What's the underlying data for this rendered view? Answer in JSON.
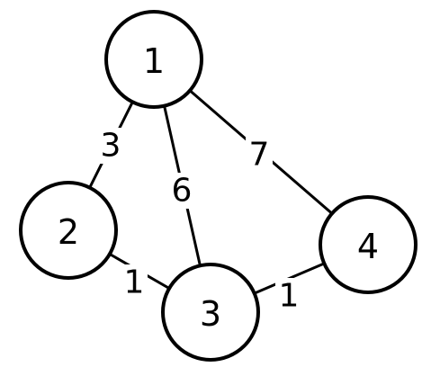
{
  "graph": {
    "nodes": [
      {
        "id": "1",
        "label": "1"
      },
      {
        "id": "2",
        "label": "2"
      },
      {
        "id": "3",
        "label": "3"
      },
      {
        "id": "4",
        "label": "4"
      }
    ],
    "edges": [
      {
        "id": "e12",
        "from": "1",
        "to": "2",
        "weight": "3"
      },
      {
        "id": "e13",
        "from": "1",
        "to": "3",
        "weight": "6"
      },
      {
        "id": "e14",
        "from": "1",
        "to": "4",
        "weight": "7"
      },
      {
        "id": "e23",
        "from": "2",
        "to": "3",
        "weight": "1"
      },
      {
        "id": "e34",
        "from": "3",
        "to": "4",
        "weight": "1"
      }
    ],
    "colors": {
      "stroke": "#000000",
      "fill": "#ffffff",
      "text": "#000000"
    }
  }
}
